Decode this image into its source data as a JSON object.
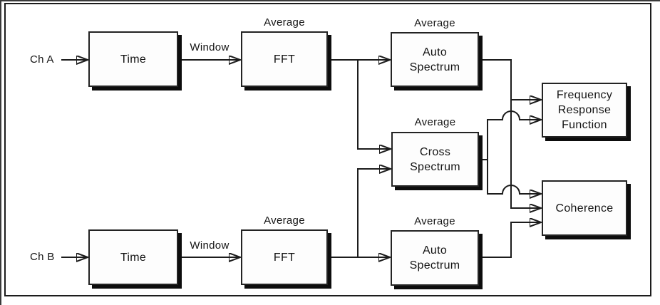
{
  "colors": {
    "background": "#ffffff",
    "line": "#1c1c1c",
    "box_fill": "#fdfdfd",
    "box_border": "#232323",
    "shadow": "#0d0d0d",
    "text": "#141414"
  },
  "inputs": {
    "ch_a": "Ch A",
    "ch_b": "Ch B"
  },
  "nodes": {
    "time_a": "Time",
    "fft_a": "FFT",
    "auto_spectrum_a": "Auto\nSpectrum",
    "cross_spectrum": "Cross\nSpectrum",
    "frequency_response_function": "Frequency\nResponse\nFunction",
    "coherence": "Coherence",
    "time_b": "Time",
    "fft_b": "FFT",
    "auto_spectrum_b": "Auto\nSpectrum"
  },
  "edge_labels": {
    "window_a": "Window",
    "window_b": "Window"
  },
  "annotations": {
    "average_fft_a": "Average",
    "average_auto_a": "Average",
    "average_cross": "Average",
    "average_fft_b": "Average",
    "average_auto_b": "Average"
  }
}
